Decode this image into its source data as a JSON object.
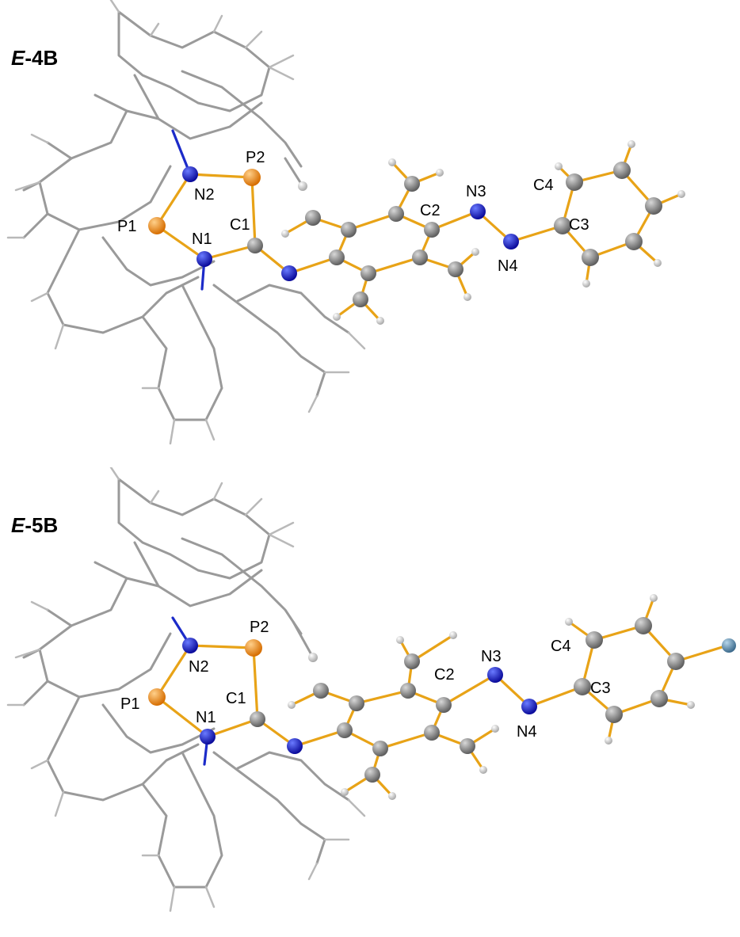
{
  "colors": {
    "phosphorus": "#f08c00",
    "nitrogen": "#1a1ad6",
    "carbon": "#8a8a8a",
    "hydrogen": "#e6e6e6",
    "bond": "#e8a317",
    "wireframe": "#9a9a9a",
    "terminal_atom": "#5b8fb3"
  },
  "panels": [
    {
      "title_prefix": "E",
      "title_suffix": "-4B",
      "labels": {
        "P1": "P1",
        "P2": "P2",
        "N1": "N1",
        "N2": "N2",
        "C1": "C1",
        "C2": "C2",
        "N3": "N3",
        "N4": "N4",
        "C3": "C3",
        "C4": "C4"
      }
    },
    {
      "title_prefix": "E",
      "title_suffix": "-5B",
      "labels": {
        "P1": "P1",
        "P2": "P2",
        "N1": "N1",
        "N2": "N2",
        "C1": "C1",
        "C2": "C2",
        "N3": "N3",
        "N4": "N4",
        "C3": "C3",
        "C4": "C4"
      }
    }
  ]
}
